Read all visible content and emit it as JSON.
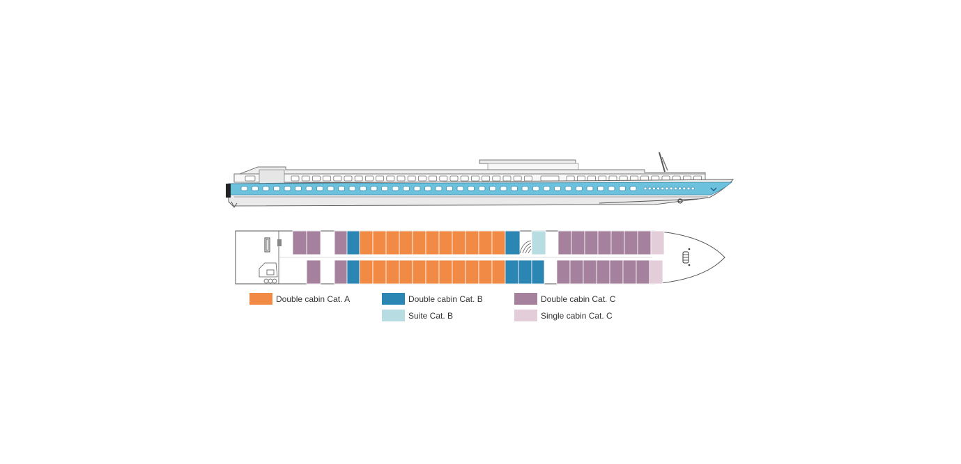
{
  "colors": {
    "cat_a_double": "#f08a45",
    "cat_b_double": "#2b86b3",
    "cat_b_suite": "#b7dde2",
    "cat_c_double": "#a5819d",
    "cat_c_single": "#e2cdd8",
    "hull_stripe": "#6cc1dd",
    "outline": "#555555"
  },
  "legend": [
    {
      "id": "cat-a-double",
      "label": "Double cabin Cat. A",
      "color": "#f08a45"
    },
    {
      "id": "cat-b-double",
      "label": "Double cabin Cat. B",
      "color": "#2b86b3"
    },
    {
      "id": "cat-c-double",
      "label": "Double cabin Cat. C",
      "color": "#a5819d"
    },
    {
      "id": "cat-b-suite",
      "label": "Suite Cat. B",
      "color": "#b7dde2"
    },
    {
      "id": "cat-c-single",
      "label": "Single cabin Cat. C",
      "color": "#e2cdd8"
    }
  ]
}
